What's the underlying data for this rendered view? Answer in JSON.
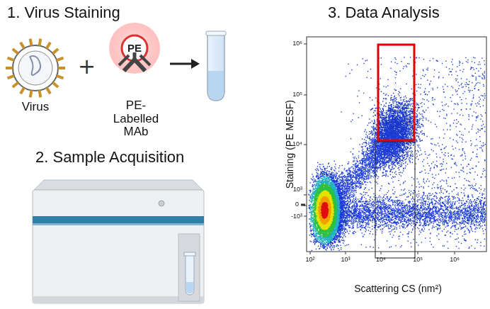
{
  "diagram": {
    "labels": [
      "1. Virus Staining",
      "3. Data Analysis",
      "Virus",
      "PE",
      "PE-Labelled MAb",
      "2. Sample Acquisition",
      "Staining (PE MESF)",
      "Scattering CS (nm²)",
      "10⁶",
      "10⁵",
      "10⁴",
      "10³",
      "0",
      "-10³",
      "10²",
      "10³",
      "10⁴",
      "10⁵",
      "10⁶"
    ]
  }
}
